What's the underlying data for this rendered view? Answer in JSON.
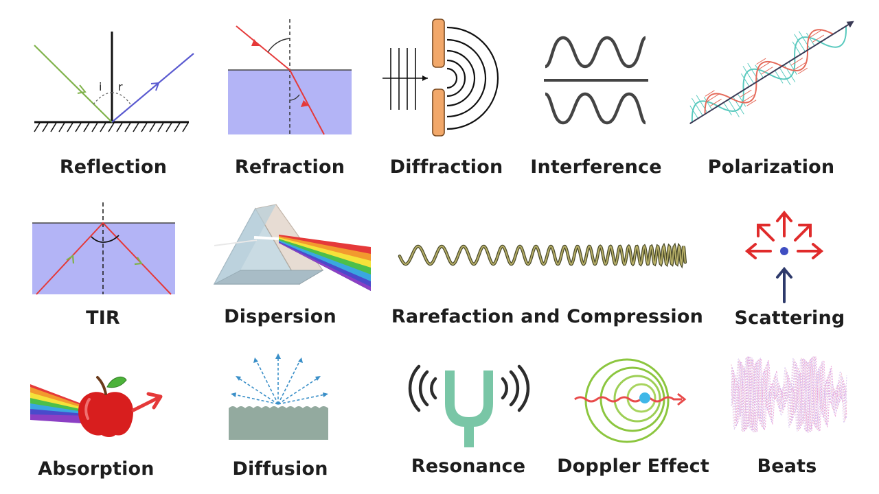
{
  "phenomena": {
    "reflection": {
      "label": "Reflection",
      "angle_incidence": "i",
      "angle_reflection": "r"
    },
    "refraction": {
      "label": "Refraction"
    },
    "diffraction": {
      "label": "Diffraction"
    },
    "interference": {
      "label": "Interference"
    },
    "polarization": {
      "label": "Polarization"
    },
    "tir": {
      "label": "TIR"
    },
    "dispersion": {
      "label": "Dispersion"
    },
    "rarefaction_compression": {
      "label": "Rarefaction and Compression"
    },
    "scattering": {
      "label": "Scattering"
    },
    "absorption": {
      "label": "Absorption"
    },
    "diffusion": {
      "label": "Diffusion"
    },
    "resonance": {
      "label": "Resonance"
    },
    "doppler_effect": {
      "label": "Doppler Effect"
    },
    "beats": {
      "label": "Beats"
    }
  },
  "colors": {
    "text": "#1d1d1d",
    "medium_fill": "#b3b4f6",
    "ray_red": "#e53939",
    "ray_green": "#7fb24a",
    "ray_blue": "#5a5ad0",
    "slit_orange": "#f2a86a",
    "scatter_red": "#e02b2b",
    "scatter_blue": "#2e3a6b",
    "fork_teal": "#79c6a6",
    "doppler_green": "#8cc63f",
    "doppler_blue": "#3fb7e8"
  },
  "icons": [
    "reflection-diagram-icon",
    "refraction-diagram-icon",
    "diffraction-diagram-icon",
    "interference-waves-icon",
    "polarization-wave-icon",
    "tir-diagram-icon",
    "prism-icon",
    "spring-wave-icon",
    "scattering-arrows-icon",
    "apple-absorption-icon",
    "diffusion-surface-icon",
    "tuning-fork-icon",
    "doppler-circles-icon",
    "beats-wave-icon"
  ]
}
